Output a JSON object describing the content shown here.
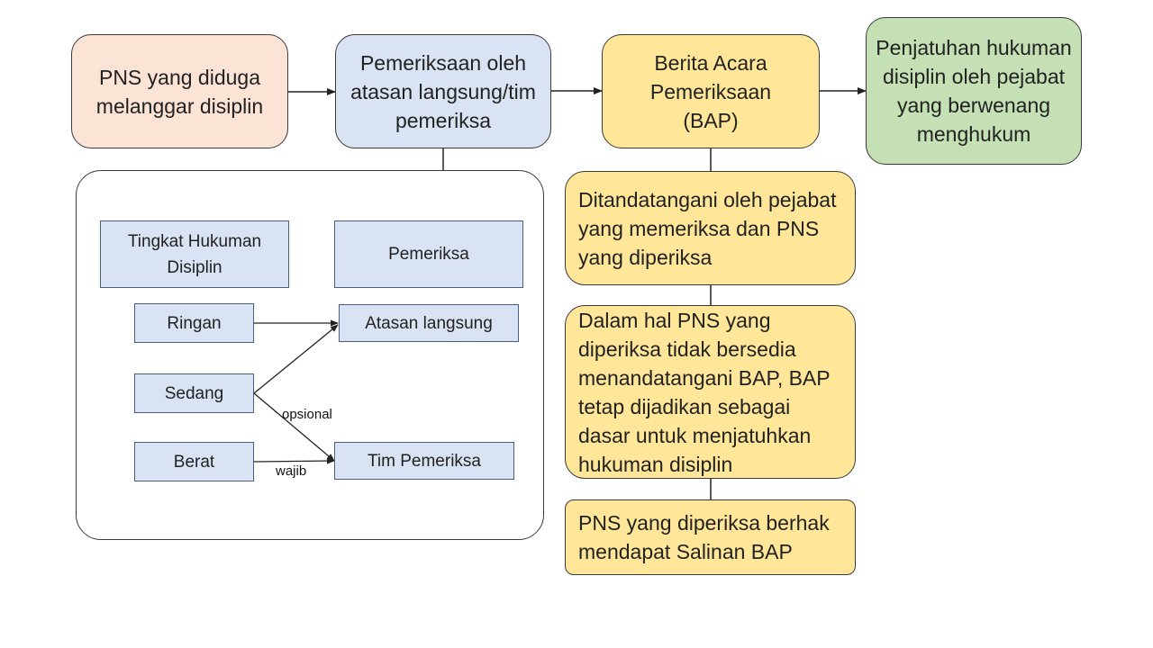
{
  "nodes": {
    "pns_suspected": "PNS yang diduga melanggar disiplin",
    "examination": "Pemeriksaan oleh atasan langsung/tim pemeriksa",
    "bap": "Berita Acara Pemeriksaan (BAP)",
    "sanction": "Penjatuhan hukuman disiplin oleh pejabat yang berwenang menghukum",
    "signed": "Ditandatangani oleh pejabat yang memeriksa dan PNS yang diperiksa",
    "refusal": "Dalam hal PNS yang diperiksa tidak bersedia menandatangani BAP, BAP tetap dijadikan sebagai dasar untuk menjatuhkan hukuman disiplin",
    "copy": "PNS yang diperiksa berhak mendapat Salinan BAP"
  },
  "panel": {
    "header_level": "Tingkat Hukuman Disiplin",
    "header_examiner": "Pemeriksa",
    "levels": [
      "Ringan",
      "Sedang",
      "Berat"
    ],
    "examiners": [
      "Atasan langsung",
      "Tim Pemeriksa"
    ],
    "edge_optional": "opsional",
    "edge_mandatory": "wajib"
  },
  "colors": {
    "peach": "#fbe3d6",
    "blue": "#dae3f3",
    "yellow": "#ffe699",
    "green": "#c5e0b4",
    "line": "#222222"
  }
}
